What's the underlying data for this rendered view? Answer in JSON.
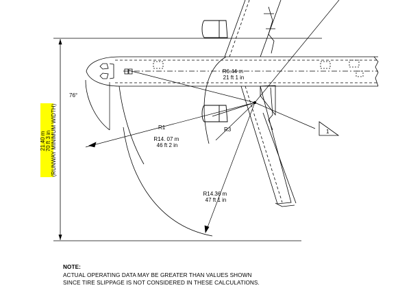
{
  "labels": {
    "runway_width_m": "21.40 m",
    "runway_width_ft": "70 ft  3 in",
    "runway_caption": "(RUNWAY MINIMUM WIDTH)",
    "angle": "76°",
    "r1": "R1",
    "r3": "R3",
    "r14_07_m": "R14. 07 m",
    "r14_07_ft": "46 ft  2 in",
    "r6_44_m": "R6.44 m",
    "r6_44_ft": "21 ft  1 in",
    "r14_36_m": "R14.36 m",
    "r14_36_ft": "47 ft  1 in",
    "flag": "1"
  },
  "note": {
    "title": "NOTE:",
    "line1": "ACTUAL OPERATING DATA MAY BE GREATER THAN VALUES SHOWN",
    "line2": "SINCE TIRE SLIPPAGE IS NOT CONSIDERED IN THESE CALCULATIONS."
  },
  "colors": {
    "highlight": "#ffff00",
    "ink": "#000000"
  }
}
